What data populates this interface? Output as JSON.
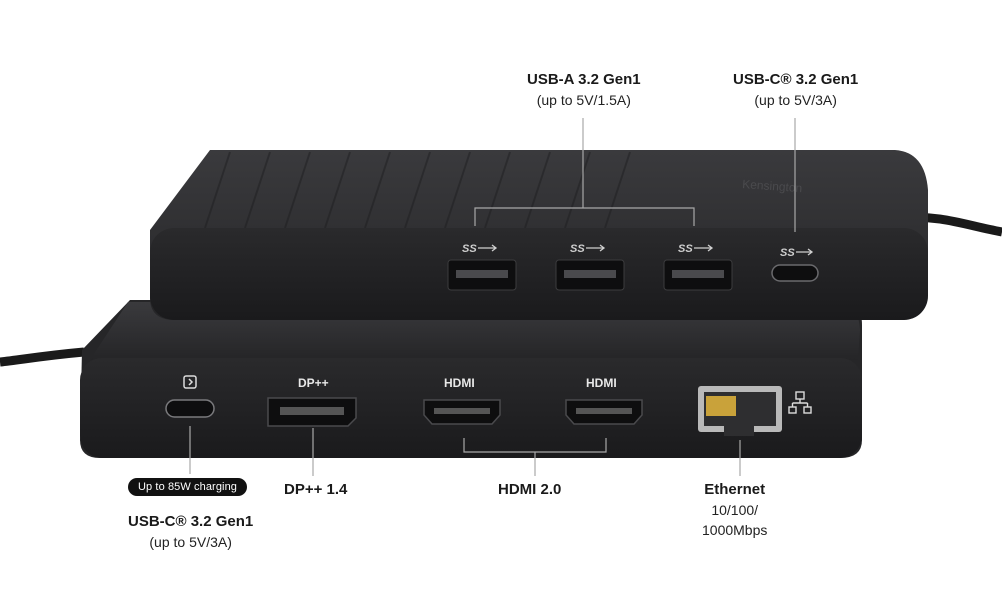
{
  "labels": {
    "usb_a": {
      "title": "USB-A 3.2 Gen1",
      "sub": "(up to 5V/1.5A)"
    },
    "usb_c_top": {
      "title": "USB-C® 3.2 Gen1",
      "sub": "(up to 5V/3A)"
    },
    "usb_c_bottom": {
      "title": "USB-C® 3.2 Gen1",
      "sub": "(up to 5V/3A)"
    },
    "dp": {
      "title": "DP++ 1.4"
    },
    "hdmi": {
      "title": "HDMI 2.0"
    },
    "ethernet": {
      "title": "Ethernet",
      "sub1": "10/100/",
      "sub2": "1000Mbps"
    }
  },
  "charging_badge": "Up to 85W charging",
  "port_markings": {
    "ss_usb": "SS",
    "dp": "DP++",
    "hdmi_1": "HDMI",
    "hdmi_2": "HDMI"
  },
  "brand_embossing": "Kensington",
  "colors": {
    "device_body": "#2b2b2d",
    "device_face": "#1e1e20",
    "leader_lines": "#a8a8a8",
    "badge_bg": "#111111"
  },
  "icons": [
    "usb-superspeed-icon",
    "power-delivery-icon",
    "network-icon"
  ]
}
